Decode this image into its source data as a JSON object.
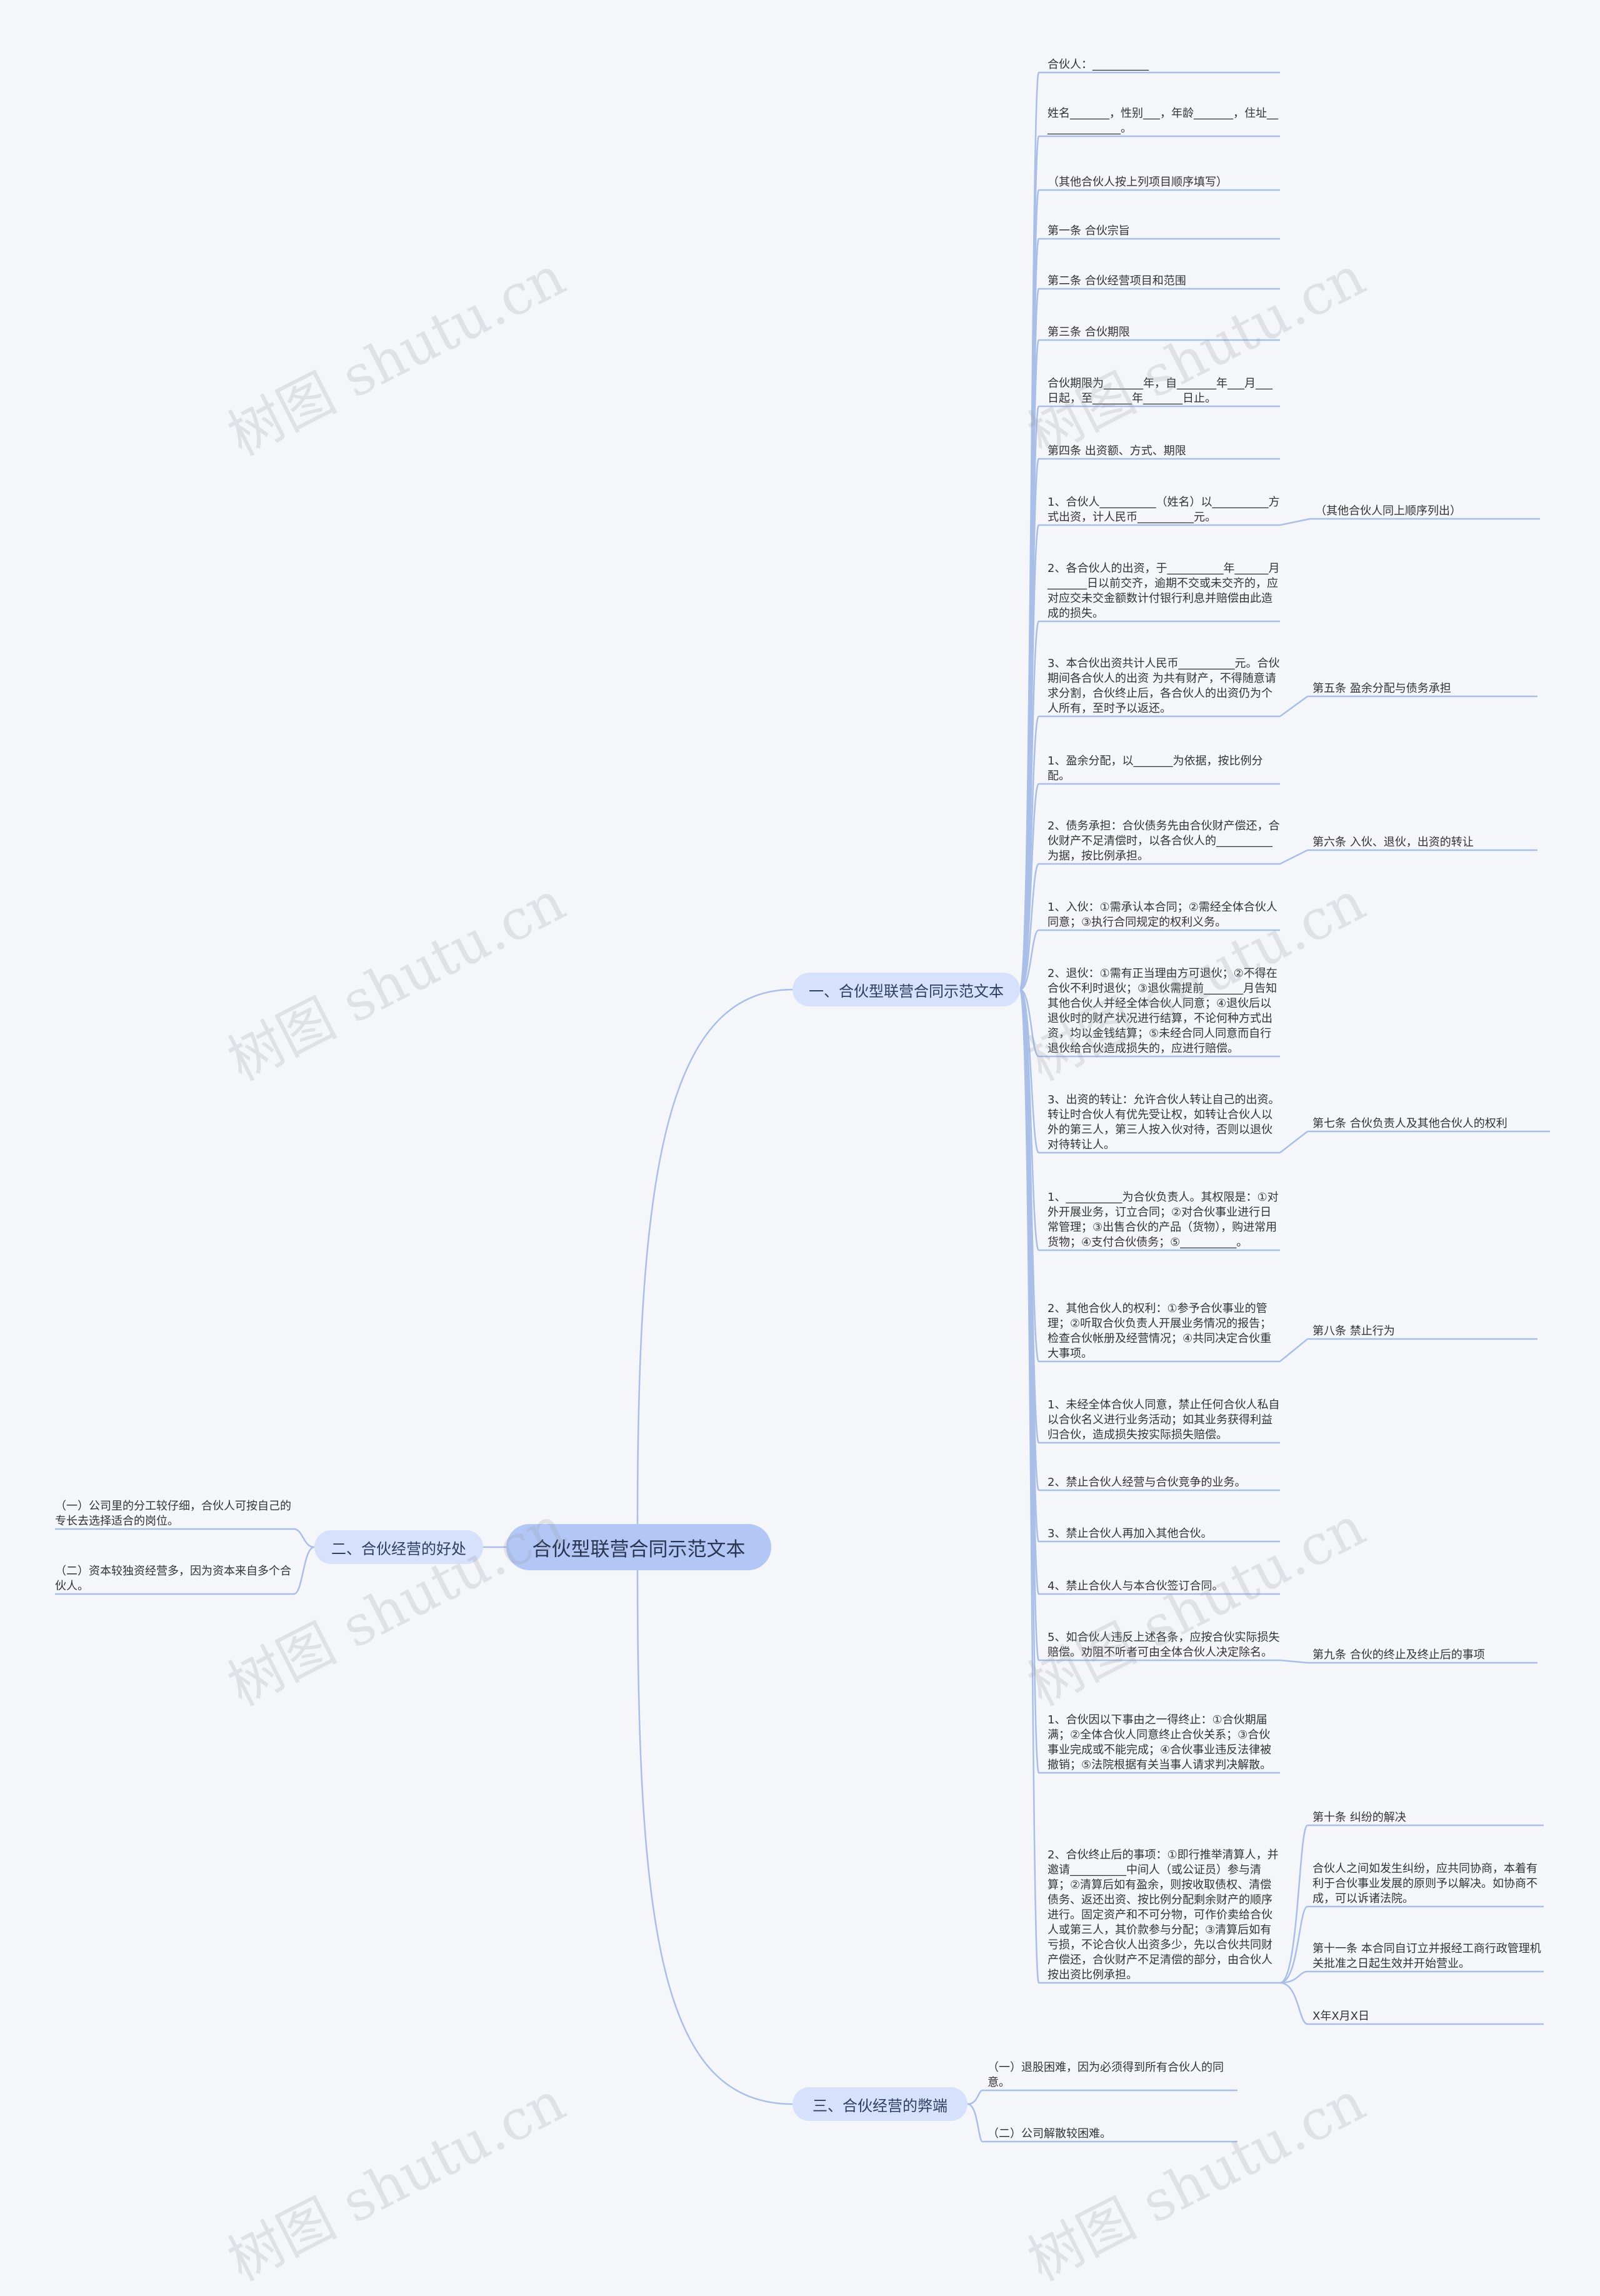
{
  "root": {
    "label": "合伙型联营合同示范文本"
  },
  "branches": [
    {
      "label": "一、合伙型联营合同示范文本"
    },
    {
      "label": "二、合伙经营的好处"
    },
    {
      "label": "三、合伙经营的弊端"
    }
  ],
  "branch1_items": [
    "合伙人：__________",
    "姓名_______，性别___，年龄_______，住址_______________。",
    "（其他合伙人按上列项目顺序填写）",
    "第一条 合伙宗旨",
    "第二条 合伙经营项目和范围",
    "第三条 合伙期限",
    "合伙期限为_______年，自_______年___月___日起，至_______年_______日止。",
    "第四条 出资额、方式、期限",
    "1、合伙人__________（姓名）以__________方式出资，计人民币__________元。",
    "2、各合伙人的出资，于__________年______月_______日以前交齐，逾期不交或未交齐的，应对应交未交金额数计付银行利息并赔偿由此造成的损失。",
    "3、本合伙出资共计人民币__________元。合伙期间各合伙人的出资 为共有财产，不得随意请求分割，合伙终止后，各合伙人的出资仍为个人所有，至时予以返还。",
    "1、盈余分配，以_______为依据，按比例分配。",
    "2、债务承担：合伙债务先由合伙财产偿还，合伙财产不足清偿时，以各合伙人的__________为据，按比例承担。",
    "1、入伙：①需承认本合同；②需经全体合伙人同意；③执行合同规定的权利义务。",
    "2、退伙：①需有正当理由方可退伙；②不得在合伙不利时退伙；③退伙需提前_______月告知其他合伙人并经全体合伙人同意；④退伙后以退伙时的财产状况进行结算，不论何种方式出资，均以金钱结算；⑤未经合同人同意而自行退伙给合伙造成损失的，应进行赔偿。",
    "3、出资的转让：允许合伙人转让自己的出资。转让时合伙人有优先受让权，如转让合伙人以外的第三人，第三人按入伙对待，否则以退伙对待转让人。",
    "1、__________为合伙负责人。其权限是：①对外开展业务，订立合同；②对合伙事业进行日常管理；③出售合伙的产品（货物），购进常用货物；④支付合伙债务；⑤__________。",
    "2、其他合伙人的权利：①参予合伙事业的管理；②听取合伙负责人开展业务情况的报告；检查合伙帐册及经营情况；④共同决定合伙重大事项。",
    "1、未经全体合伙人同意，禁止任何合伙人私自以合伙名义进行业务活动；如其业务获得利益归合伙，造成损失按实际损失赔偿。",
    "2、禁止合伙人经营与合伙竞争的业务。",
    "3、禁止合伙人再加入其他合伙。",
    "4、禁止合伙人与本合伙签订合同。",
    "5、如合伙人违反上述各条，应按合伙实际损失赔偿。劝阻不听者可由全体合伙人决定除名。",
    "1、合伙因以下事由之一得终止：①合伙期届满；②全体合伙人同意终止合伙关系；③合伙事业完成或不能完成；④合伙事业违反法律被撤销；⑤法院根据有关当事人请求判决解散。",
    "2、合伙终止后的事项：①即行推举清算人，并邀请__________中间人（或公证员）参与清算；②清算后如有盈余，则按收取债权、清偿债务、返还出资、按比例分配剩余财产的顺序进行。固定资产和不可分物，可作价卖给合伙人或第三人，其价款参与分配；③清算后如有亏损，不论合伙人出资多少，先以合伙共同财产偿还，合伙财产不足清偿的部分，由合伙人按出资比例承担。"
  ],
  "sub_items": [
    "（其他合伙人同上顺序列出）",
    "第五条 盈余分配与债务承担",
    "第六条 入伙、退伙，出资的转让",
    "第七条 合伙负责人及其他合伙人的权利",
    "第八条 禁止行为",
    "第九条 合伙的终止及终止后的事项",
    "第十条 纠纷的解决",
    "合伙人之间如发生纠纷，应共同协商，本着有利于合伙事业发展的原则予以解决。如协商不成，可以诉诸法院。",
    "第十一条 本合同自订立并报经工商行政管理机关批准之日起生效并开始营业。",
    "X年X月X日"
  ],
  "branch2_items": [
    "（一）公司里的分工较仔细，合伙人可按自己的专长去选择适合的岗位。",
    "（二）资本较独资经营多，因为资本来自多个合伙人。"
  ],
  "branch3_items": [
    "（一）退股困难，因为必须得到所有合伙人的同意。",
    "（二）公司解散较困难。"
  ],
  "watermark": "树图 shutu.cn",
  "colors": {
    "root": "#b3c7f7",
    "branch": "#d6e1fb",
    "line": "#a9bfe8",
    "background": "#f5f6fa"
  }
}
